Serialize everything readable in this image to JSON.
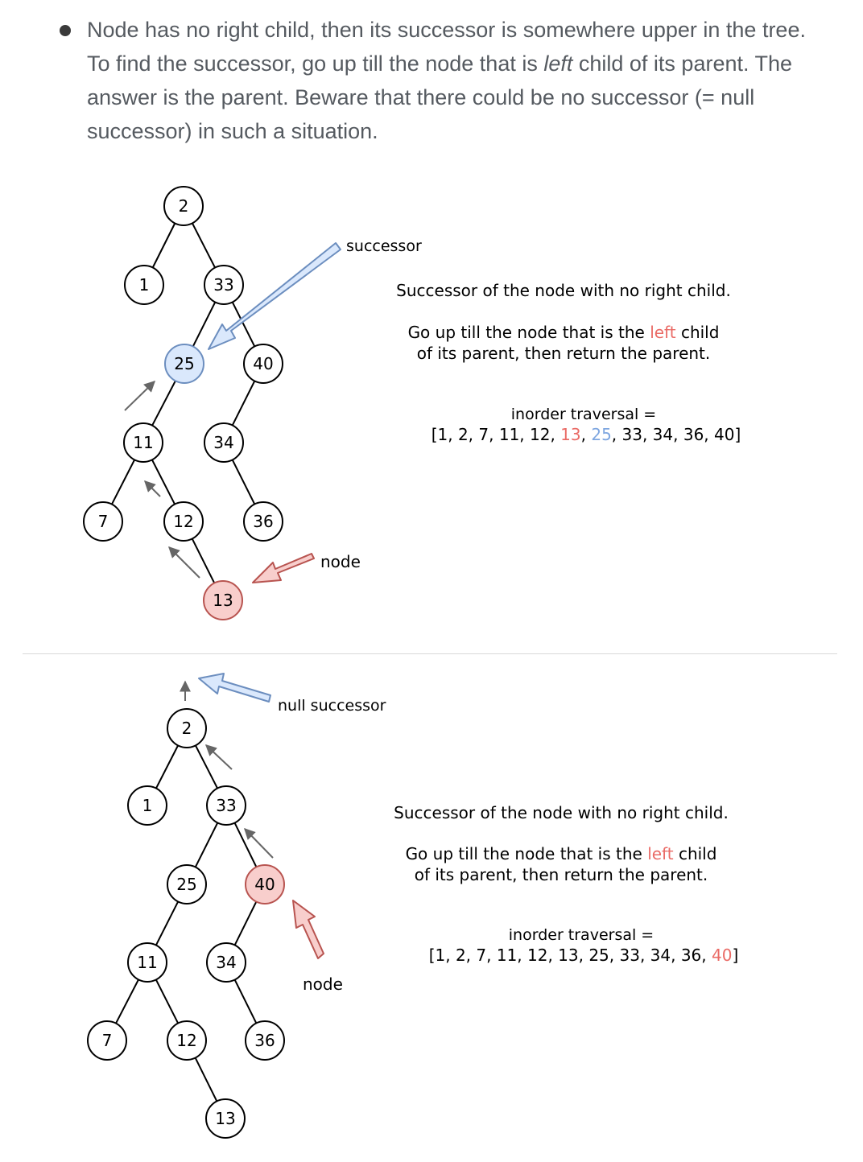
{
  "bullet": {
    "text_before": "Node has no right child, then its successor is somewhere upper in the tree. To find the successor, go up till the node that is ",
    "text_em": "left",
    "text_after": " child of its parent. The answer is the parent. Beware that there could be no successor (= null successor) in such a situation."
  },
  "diagram_top": {
    "nodes": [
      "2",
      "1",
      "33",
      "25",
      "40",
      "11",
      "34",
      "7",
      "12",
      "36",
      "13"
    ],
    "successor_label": "successor",
    "node_label": "node",
    "caption_line1": "Successor of the node with no right child.",
    "caption_line2_a": "Go up till the node that is the ",
    "caption_line2_b": "left",
    "caption_line2_c": " child",
    "caption_line3": "of its parent, then return the parent.",
    "traversal_label": "inorder traversal =",
    "traversal": {
      "open": "[1, 2, 7, 11, 12, ",
      "red": "13",
      "sep": ", ",
      "blue": "25",
      "close": ", 33, 34, 36, 40]"
    }
  },
  "diagram_bottom": {
    "nodes": [
      "2",
      "1",
      "33",
      "25",
      "40",
      "11",
      "34",
      "7",
      "12",
      "36",
      "13"
    ],
    "successor_label": "null successor",
    "node_label": "node",
    "caption_line1": "Successor of the node with no right child.",
    "caption_line2_a": "Go up till the node that is the ",
    "caption_line2_b": "left",
    "caption_line2_c": " child",
    "caption_line3": "of its parent, then return the parent.",
    "traversal_label": "inorder traversal =",
    "traversal": {
      "open": "[1, 2, 7, 11, 12, 13, 25, 33, 34, 36, ",
      "red": "40",
      "close": "]"
    }
  },
  "colors": {
    "highlight_blue_fill": "#dae8fc",
    "highlight_blue_stroke": "#6c8ebf",
    "highlight_red_fill": "#f8cecc",
    "highlight_red_stroke": "#b85450",
    "text_red": "#ea6b66",
    "text_blue": "#7ea6e0"
  }
}
